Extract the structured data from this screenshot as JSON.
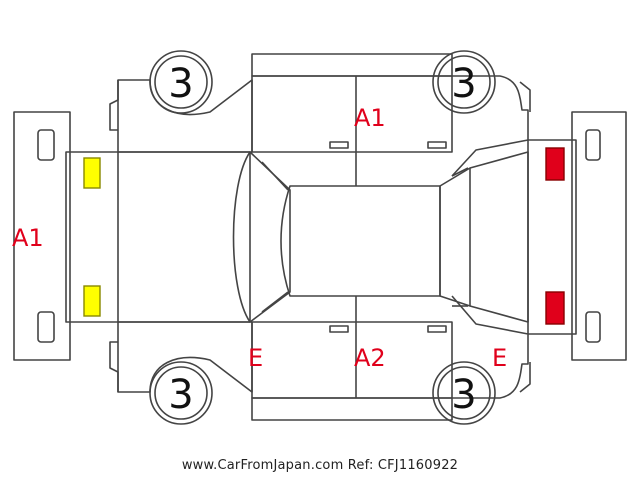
{
  "colors": {
    "outline": "#444444",
    "damage_code": "#e0001b",
    "front_lamp_fill": "#ffff00",
    "front_lamp_stroke": "#888800",
    "rear_lamp_fill": "#e0001b",
    "rear_lamp_stroke": "#880000"
  },
  "tire_depth": {
    "front_left": "3",
    "front_right": "3",
    "rear_left": "3",
    "rear_right": "3"
  },
  "damage_codes": {
    "front_bumper": "A1",
    "roof_side_top": "A1",
    "lower_front_side": "E",
    "lower_center_side": "A2",
    "lower_rear_side": "E"
  },
  "footer": {
    "site": "www.CarFromJapan.com",
    "ref": "Ref: CFJ1160922"
  }
}
